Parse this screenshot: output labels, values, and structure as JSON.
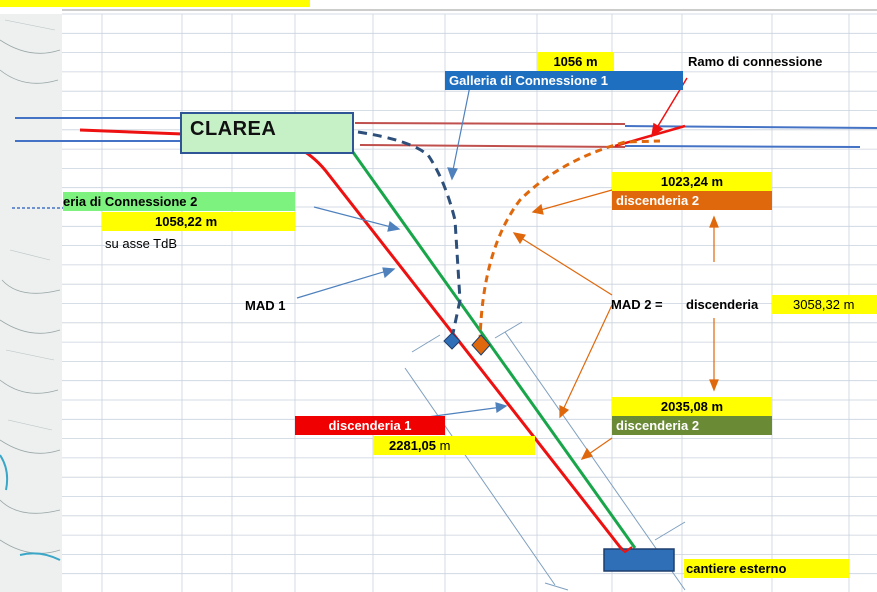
{
  "colors": {
    "grid": "#c9d2de",
    "red_line": "#ee1111",
    "green_line": "#19a64a",
    "blue_line": "#4472c4",
    "dark_blue_dashed": "#2e4f7a",
    "orange": "#e0680c",
    "clarea_fill": "#c6f0c6",
    "clarea_border": "#2f5597",
    "highlight_yellow": "#ffff00"
  },
  "labels": {
    "galleria_len": "1056 m",
    "galleria_name": "Galleria di Connessione 1",
    "ramo": "Ramo di connessione",
    "clarea": "CLAREA",
    "gc2_name": "eria di Connessione 2",
    "gc2_len": "1058,22 m",
    "gc2_axis": "su asse TdB",
    "disc2_top_len": "1023,24 m",
    "disc2_top_name": "discenderia 2",
    "mad1": "MAD 1",
    "mad2": "MAD 2 =",
    "mad2_discenderia": "discenderia",
    "mad2_len": "3058,32  m",
    "disc2_bottom_len": "2035,08 m",
    "disc2_bottom_name": "discenderia 2",
    "disc1_name": "discenderia 1",
    "disc1_len": "2281,05",
    "disc1_unit": "m",
    "cantiere": "cantiere esterno"
  },
  "symbols": {
    "blue_marker": "diamond-marker",
    "orange_marker": "diamond-marker",
    "portal": "rectangle-portal"
  }
}
